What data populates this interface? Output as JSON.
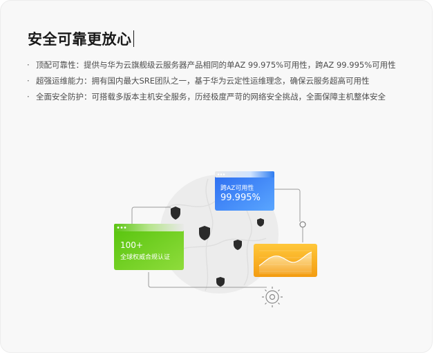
{
  "section": {
    "title": "安全可靠更放心"
  },
  "features": [
    {
      "bullet": "·",
      "text": "顶配可靠性：提供与华为云旗舰级云服务器产品相同的单AZ 99.975%可用性，跨AZ 99.995%可用性"
    },
    {
      "bullet": "·",
      "text": "超强运维能力：拥有国内最大SRE团队之一，基于华为云定性运维理念，确保云服务超高可用性"
    },
    {
      "bullet": "·",
      "text": "全面安全防护：可搭载多版本主机安全服务，历经极度严苛的网络安全挑战，全面保障主机整体安全"
    }
  ],
  "illustration": {
    "availability_card": {
      "label": "跨AZ可用性",
      "value": "99.995%"
    },
    "certification_card": {
      "value": "100+",
      "label": "全球权威合规认证"
    }
  },
  "colors": {
    "blue": "#2d7bf0",
    "green": "#5cc413",
    "orange": "#f7ae1e",
    "text": "#191919"
  }
}
